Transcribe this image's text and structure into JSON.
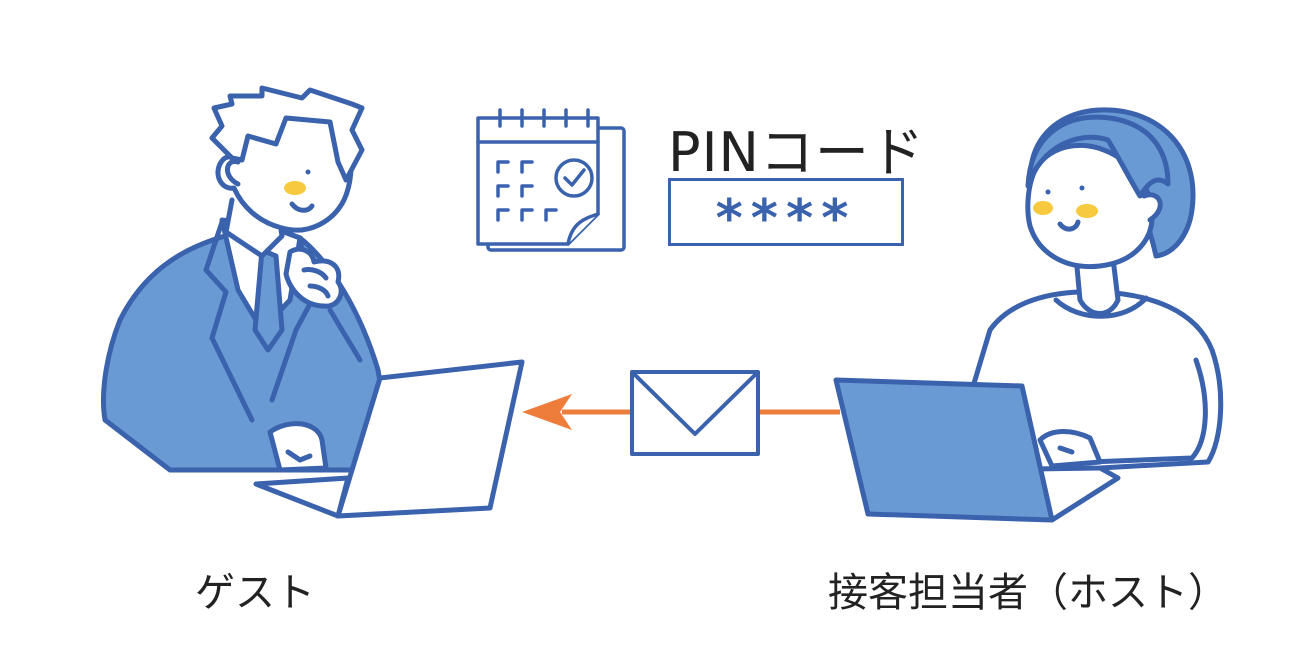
{
  "pin": {
    "title": "PINコード",
    "mask": "****"
  },
  "roles": {
    "guest_label": "ゲスト",
    "host_label": "接客担当者（ホスト）"
  },
  "icons": {
    "calendar": "calendar-check-icon",
    "envelope": "envelope-icon",
    "arrow": "arrow-left-icon"
  },
  "colors": {
    "line_blue": "#3a62ad",
    "fill_blue": "#6a9ad4",
    "arrow_orange": "#ee7d3c",
    "cheek_yellow": "#f7c93e",
    "text_dark": "#222222"
  }
}
